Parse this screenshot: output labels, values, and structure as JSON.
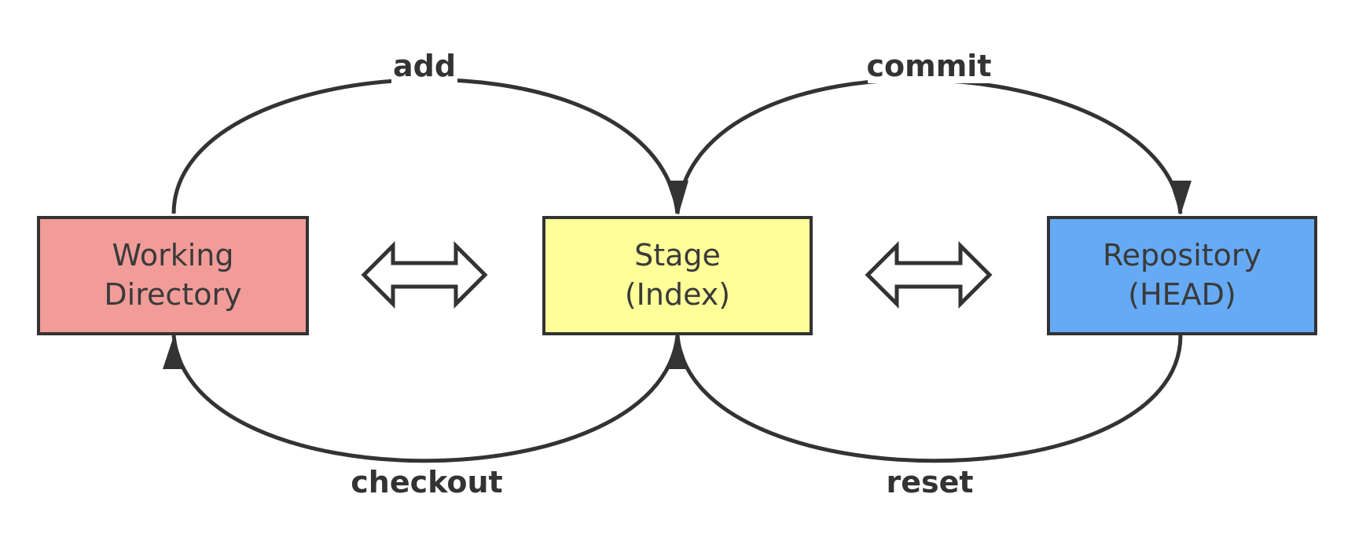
{
  "nodes": {
    "working_directory": {
      "lines": [
        "Working",
        "Directory"
      ],
      "color": "#f19c99"
    },
    "stage": {
      "lines": [
        "Stage",
        "(Index)"
      ],
      "color": "#ffff99"
    },
    "repository": {
      "lines": [
        "Repository",
        "(HEAD)"
      ],
      "color": "#66aaf5"
    }
  },
  "edges": {
    "add": "add",
    "commit": "commit",
    "checkout": "checkout",
    "reset": "reset"
  },
  "colors": {
    "stroke": "#333333",
    "background": "#ffffff"
  },
  "icons": {
    "left_double_arrow": "double-headed-arrow-icon",
    "right_double_arrow": "double-headed-arrow-icon"
  }
}
